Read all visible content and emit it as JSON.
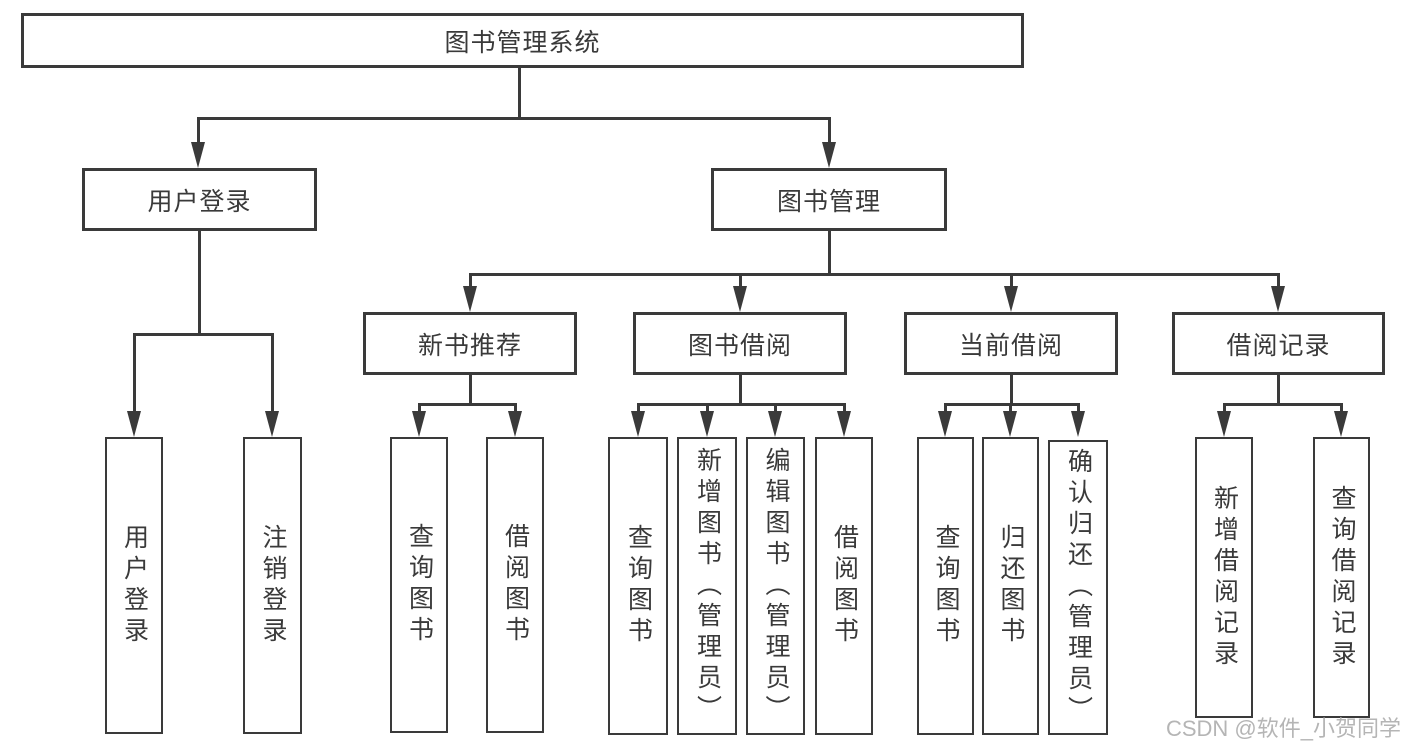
{
  "diagram": {
    "root": {
      "label": "图书管理系统"
    },
    "level2": [
      {
        "label": "用户登录"
      },
      {
        "label": "图书管理"
      }
    ],
    "level3": [
      {
        "label": "新书推荐"
      },
      {
        "label": "图书借阅"
      },
      {
        "label": "当前借阅"
      },
      {
        "label": "借阅记录"
      }
    ],
    "leaves_login": [
      {
        "label": "用户登录"
      },
      {
        "label": "注销登录"
      }
    ],
    "leaves_recommend": [
      {
        "label": "查询图书"
      },
      {
        "label": "借阅图书"
      }
    ],
    "leaves_borrow": [
      {
        "label": "查询图书"
      },
      {
        "label": "新增图书（管理员）"
      },
      {
        "label": "编辑图书（管理员）"
      },
      {
        "label": "借阅图书"
      }
    ],
    "leaves_current": [
      {
        "label": "查询图书"
      },
      {
        "label": "归还图书"
      },
      {
        "label": "确认归还（管理员）"
      }
    ],
    "leaves_records": [
      {
        "label": "新增借阅记录"
      },
      {
        "label": "查询借阅记录"
      }
    ]
  },
  "watermark": "CSDN @软件_小贺同学",
  "colors": {
    "line": "#3a3a3a",
    "text": "#3a3a3a",
    "watermark": "#b5b5b5",
    "background": "#ffffff"
  }
}
